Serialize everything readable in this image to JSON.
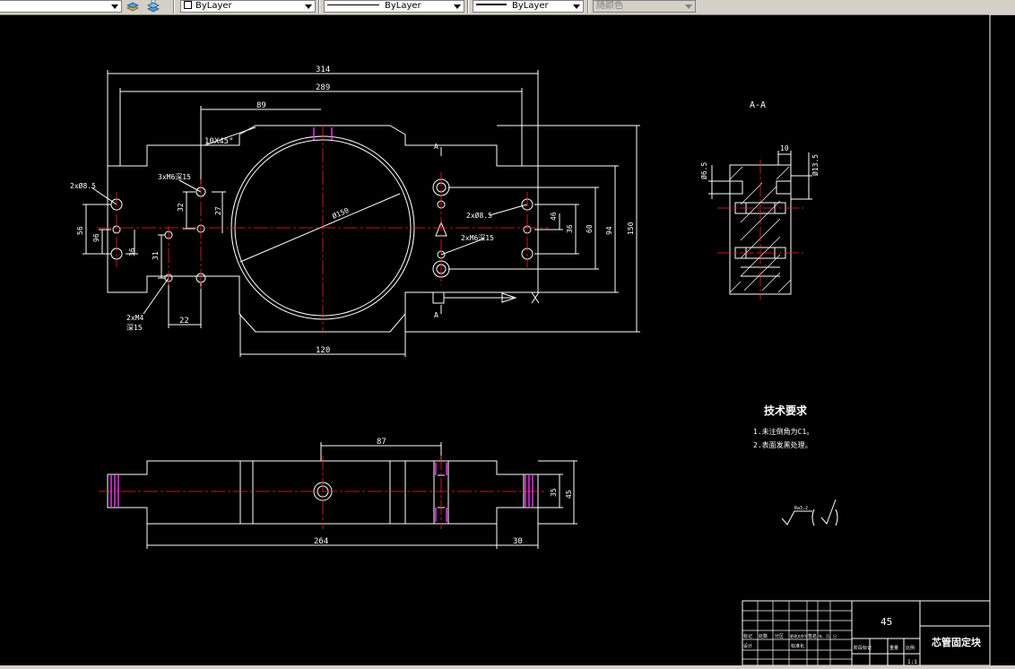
{
  "toolbar": {
    "layer_combo": {
      "value": ""
    },
    "color_combo": {
      "value": "ByLayer"
    },
    "linetype_combo": {
      "value": "ByLayer"
    },
    "lineweight_combo": {
      "value": "ByLayer"
    },
    "plotstyle_combo": {
      "value": "随颜色"
    }
  },
  "colors": {
    "background": "#000000",
    "line": "#ffffff",
    "center_line": "#ff2020",
    "highlight": "#ff33ff"
  },
  "top_view": {
    "dims": {
      "d314": "314",
      "d289": "289",
      "d89": "89",
      "chamfer": "10X45°",
      "d120": "120",
      "d22": "22",
      "d150": "150",
      "d94": "94",
      "d60": "60",
      "d36": "36",
      "d46": "46",
      "d32": "32",
      "d27": "27",
      "d31": "31",
      "d36b": "36",
      "d96": "96",
      "d56": "56",
      "circle": "Ø150"
    },
    "notes": {
      "left_holes": "2xØ8.5",
      "upper_holes": "3xM6深15",
      "right_holes": "2xØ8.5",
      "right_tapped": "2xM6深15",
      "bottom_holes_1": "2xM4",
      "bottom_holes_2": "深15"
    },
    "section_mark": "A"
  },
  "section_view": {
    "title": "A-A",
    "dims": {
      "d10": "10",
      "d6_5": "Ø6.5",
      "d13_5": "Ø13.5"
    }
  },
  "front_view": {
    "dims": {
      "d87": "87",
      "d264": "264",
      "d30": "30",
      "d35": "35",
      "d45": "45"
    }
  },
  "tech_req": {
    "title": "技术要求",
    "items": [
      "1.未注倒角为C1。",
      "2.表面发黑处理。"
    ],
    "roughness": "Ra3.2"
  },
  "title_block": {
    "material": "45",
    "part_name": "芯管固定块",
    "row_labels": [
      "标记",
      "处数",
      "分区",
      "更改文件号",
      "签名",
      "年、月、日"
    ],
    "bottom_labels": [
      "设计",
      "标准化"
    ],
    "stage_labels": [
      "阶段标记",
      "重量",
      "比例"
    ],
    "scale": "1:1"
  }
}
